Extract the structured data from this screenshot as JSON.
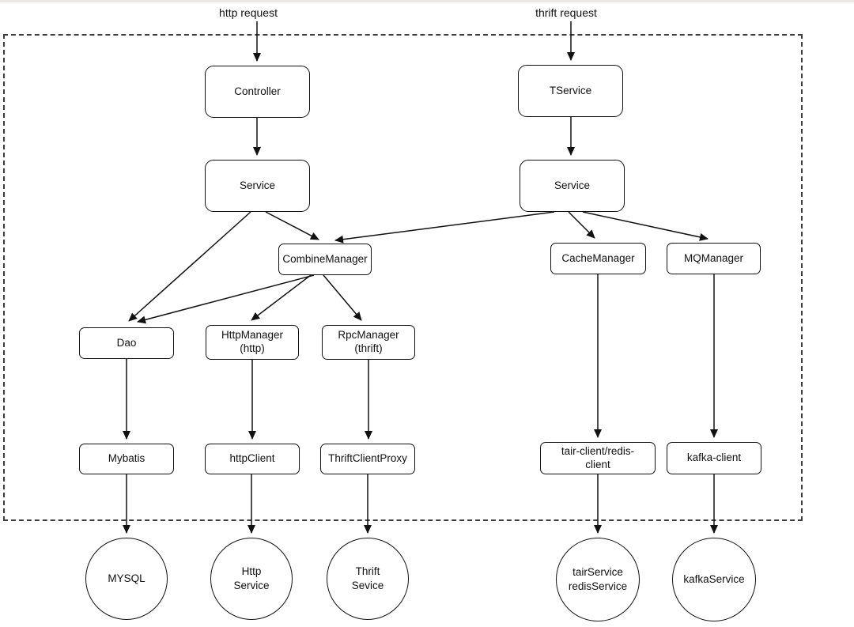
{
  "diagram": {
    "request_labels": {
      "http": "http request",
      "thrift": "thrift request"
    },
    "nodes": {
      "controller": "Controller",
      "tservice": "TService",
      "service_http": "Service",
      "service_thrift": "Service",
      "combine_manager": "CombineManager",
      "cache_manager": "CacheManager",
      "mq_manager": "MQManager",
      "dao": "Dao",
      "http_manager": "HttpManager\n(http)",
      "rpc_manager": "RpcManager\n(thrift)",
      "mybatis": "Mybatis",
      "http_client": "httpClient",
      "thrift_client_proxy": "ThriftClientProxy",
      "tair_redis_client": "tair-client/redis-\nclient",
      "kafka_client": "kafka-client"
    },
    "external_systems": {
      "mysql": "MYSQL",
      "http_service": "Http\nService",
      "thrift_service": "Thrift\nSevice",
      "tair_redis_service": "tairService\nredisService",
      "kafka_service": "kafkaService"
    },
    "edges": [
      {
        "from": "http request",
        "to": "Controller"
      },
      {
        "from": "thrift request",
        "to": "TService"
      },
      {
        "from": "Controller",
        "to": "Service"
      },
      {
        "from": "TService",
        "to": "Service"
      },
      {
        "from": "Service (http)",
        "to": "CombineManager"
      },
      {
        "from": "Service (thrift)",
        "to": "CombineManager"
      },
      {
        "from": "Service (http)",
        "to": "Dao"
      },
      {
        "from": "CombineManager",
        "to": "Dao"
      },
      {
        "from": "CombineManager",
        "to": "HttpManager"
      },
      {
        "from": "CombineManager",
        "to": "RpcManager"
      },
      {
        "from": "Service (thrift)",
        "to": "CacheManager"
      },
      {
        "from": "Service (thrift)",
        "to": "MQManager"
      },
      {
        "from": "Dao",
        "to": "Mybatis"
      },
      {
        "from": "HttpManager",
        "to": "httpClient"
      },
      {
        "from": "RpcManager",
        "to": "ThriftClientProxy"
      },
      {
        "from": "CacheManager",
        "to": "tair-client/redis-client"
      },
      {
        "from": "MQManager",
        "to": "kafka-client"
      },
      {
        "from": "Mybatis",
        "to": "MYSQL"
      },
      {
        "from": "httpClient",
        "to": "Http Service"
      },
      {
        "from": "ThriftClientProxy",
        "to": "Thrift Sevice"
      },
      {
        "from": "tair-client/redis-client",
        "to": "tairService redisService"
      },
      {
        "from": "kafka-client",
        "to": "kafkaService"
      }
    ],
    "colors": {
      "stroke": "#111111",
      "background": "#ffffff",
      "dashed_border": "#3d3d3d",
      "top_strip": "#e9e7e5"
    }
  }
}
